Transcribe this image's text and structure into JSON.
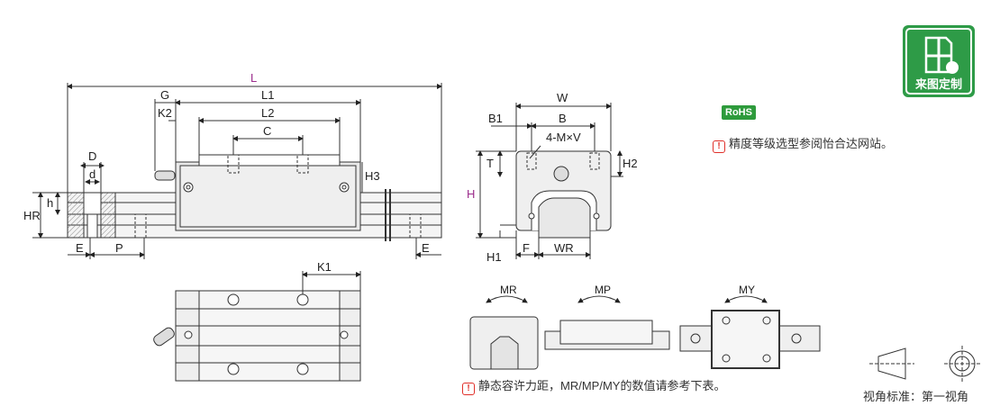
{
  "dims": {
    "L": "L",
    "L1": "L1",
    "L2": "L2",
    "G": "G",
    "K2": "K2",
    "C": "C",
    "D": "D",
    "d": "d",
    "h": "h",
    "HR": "HR",
    "H3": "H3",
    "E": "E",
    "P": "P",
    "K1": "K1",
    "W": "W",
    "B1": "B1",
    "B": "B",
    "MxV": "4-M×V",
    "T": "T",
    "H": "H",
    "H2": "H2",
    "H1": "H1",
    "F": "F",
    "WR": "WR",
    "MR": "MR",
    "MP": "MP",
    "MY": "MY"
  },
  "rohs": "RoHS",
  "badge": {
    "label": "来图定制",
    "icon": "custom-drawing-icon"
  },
  "notes": {
    "precision": "精度等级选型参阅怡合达网站。",
    "moment": "静态容许力距，MR/MP/MY的数值请参考下表。"
  },
  "view_label": "视角标准：第一视角",
  "colors": {
    "accent": "#2e9b47",
    "warning": "#e0302a",
    "dimension_purple": "#9b2c8c"
  }
}
